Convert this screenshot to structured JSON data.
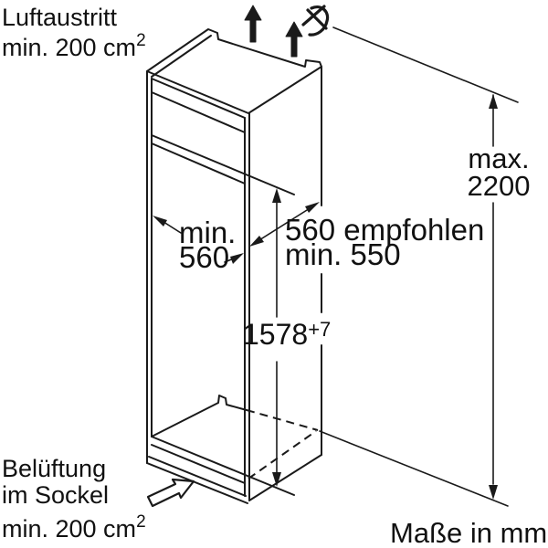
{
  "diagram": {
    "background": "#ffffff",
    "line_color": "#1a1a1a",
    "air_outlet_label": {
      "line1": "Luftaustritt",
      "line2": "min. 200 cm",
      "sup": "2"
    },
    "base_vent_label": {
      "line1": "Belüftung",
      "line2": "im Sockel",
      "line3": "min. 200 cm",
      "sup": "2"
    },
    "units_label": "Maße in mm",
    "dim_total_height": {
      "line1": "max.",
      "line2": "2200"
    },
    "dim_niche_height": {
      "value": "1578",
      "tolerance": "+7"
    },
    "dim_niche_width": {
      "line1": "min.",
      "line2": "560"
    },
    "dim_niche_depth": {
      "line1": "560 empfohlen",
      "line2": "min. 550"
    }
  }
}
